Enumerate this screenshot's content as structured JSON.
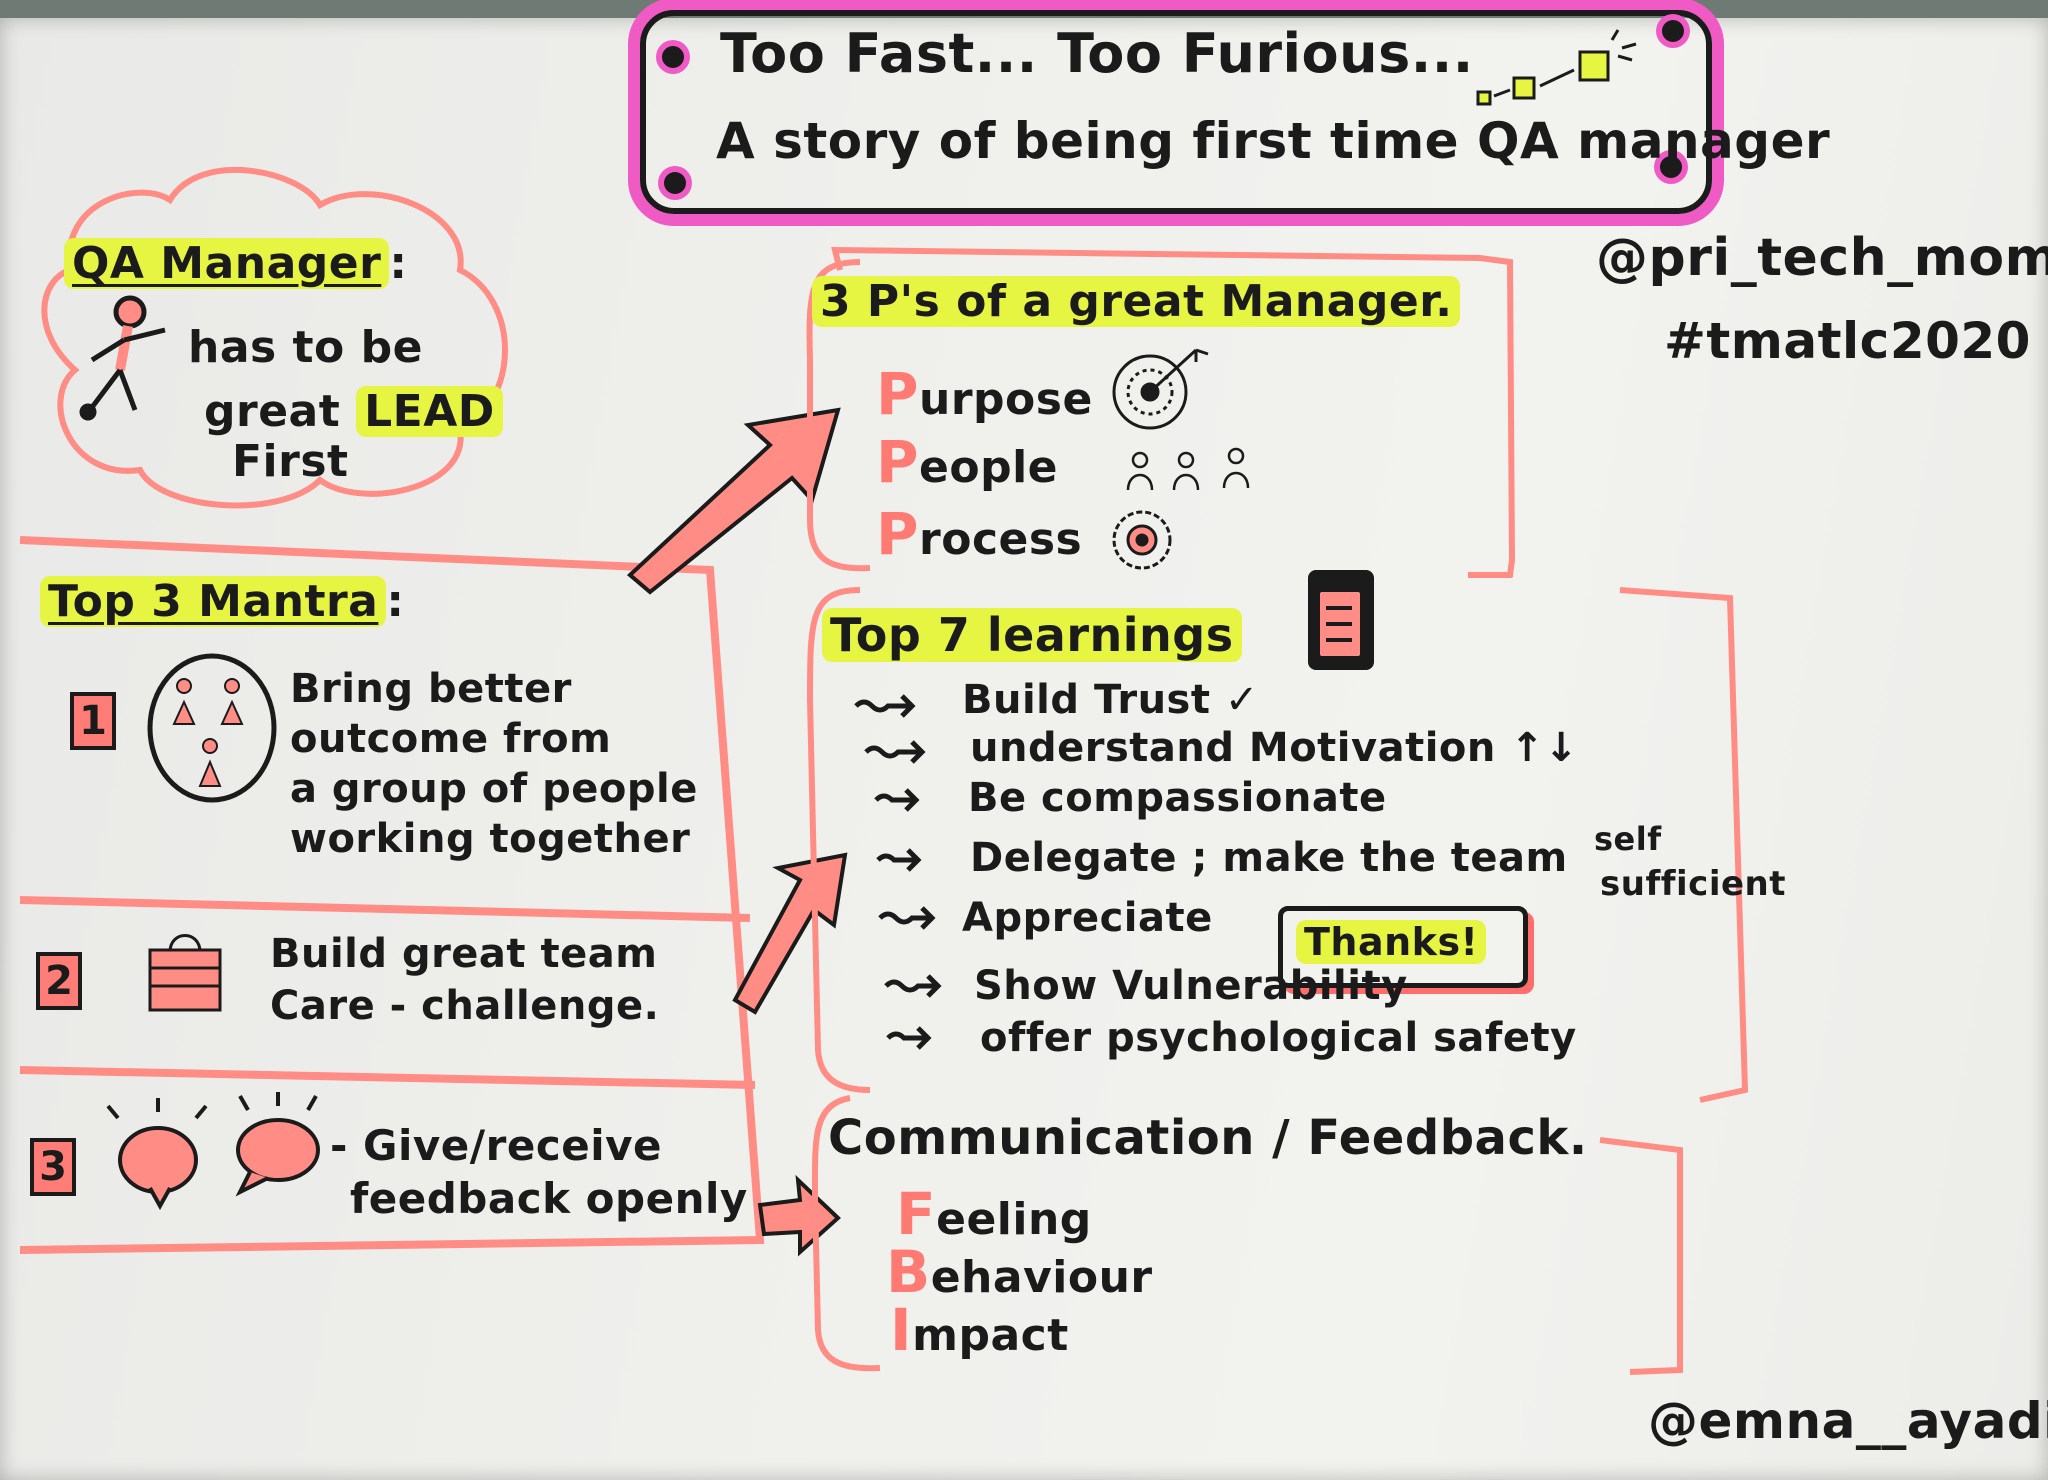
{
  "title": {
    "line1": "Too Fast... Too Furious...",
    "line2": "A story of being first time QA manager"
  },
  "handles": {
    "top": "@pri_tech_mom",
    "hashtag": "#tmatlc2020",
    "bottom": "@emna__ayadi"
  },
  "qa_manager": {
    "heading": "QA Manager",
    "colon": ":",
    "line1": "has to be",
    "line2_a": "great",
    "line2_b": "LEAD",
    "line3": "First"
  },
  "three_ps": {
    "heading": "3 P's of a great Manager.",
    "items": [
      {
        "initial": "P",
        "rest": "urpose"
      },
      {
        "initial": "P",
        "rest": "eople"
      },
      {
        "initial": "P",
        "rest": "rocess"
      }
    ]
  },
  "mantra": {
    "heading": "Top 3 Mantra",
    "colon": ":",
    "items": [
      {
        "num": "1",
        "lines": [
          "Bring better",
          "outcome from",
          "a group of people",
          "working together"
        ]
      },
      {
        "num": "2",
        "lines": [
          "Build great team",
          "Care - challenge."
        ]
      },
      {
        "num": "3",
        "lines": [
          "- Give/receive",
          "feedback openly"
        ]
      }
    ]
  },
  "learnings": {
    "heading": "Top 7 learnings",
    "items": [
      "Build Trust",
      "understand Motivation",
      "Be compassionate",
      "Delegate ; make the team",
      "Appreciate",
      "Show Vulnerability",
      "offer psychological safety"
    ],
    "self": "self",
    "sufficient": "sufficient",
    "thanks": "Thanks!",
    "check": "✓",
    "updown": "↑↓"
  },
  "communication": {
    "heading": "Communication / Feedback.",
    "items": [
      {
        "initial": "F",
        "rest": "eeling"
      },
      {
        "initial": "B",
        "rest": "ehaviour"
      },
      {
        "initial": "I",
        "rest": "mpact"
      }
    ]
  },
  "colors": {
    "pink": "#f05ac4",
    "salmon": "#ff7a72",
    "yellow": "#e6f542",
    "ink": "#1b1b1b"
  }
}
